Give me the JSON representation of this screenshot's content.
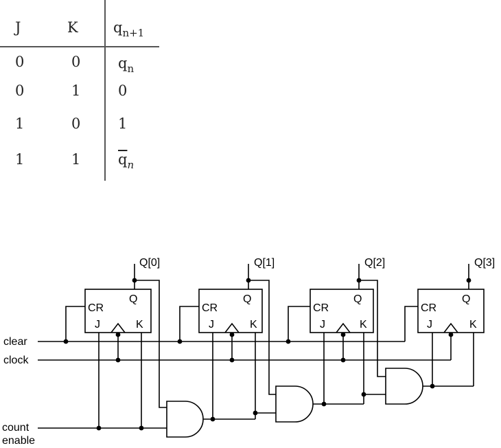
{
  "truth_table": {
    "headers": {
      "j": "J",
      "k": "K",
      "q_base": "q",
      "q_sub": "n+1"
    },
    "rows": [
      {
        "j": "0",
        "k": "0",
        "q": "q",
        "q_sub": "n",
        "negated": false
      },
      {
        "j": "0",
        "k": "1",
        "q": "0",
        "q_sub": "",
        "negated": false
      },
      {
        "j": "1",
        "k": "0",
        "q": "1",
        "q_sub": "",
        "negated": false
      },
      {
        "j": "1",
        "k": "1",
        "q": "q",
        "q_sub": "n",
        "negated": true
      }
    ]
  },
  "circuit": {
    "flipflop_labels": {
      "cr": "CR",
      "q": "Q",
      "j": "J",
      "k": "K"
    },
    "outputs": [
      "Q[0]",
      "Q[1]",
      "Q[2]",
      "Q[3]"
    ],
    "inputs": {
      "clear": "clear",
      "clock": "clock",
      "count": "count",
      "enable": "enable"
    }
  }
}
